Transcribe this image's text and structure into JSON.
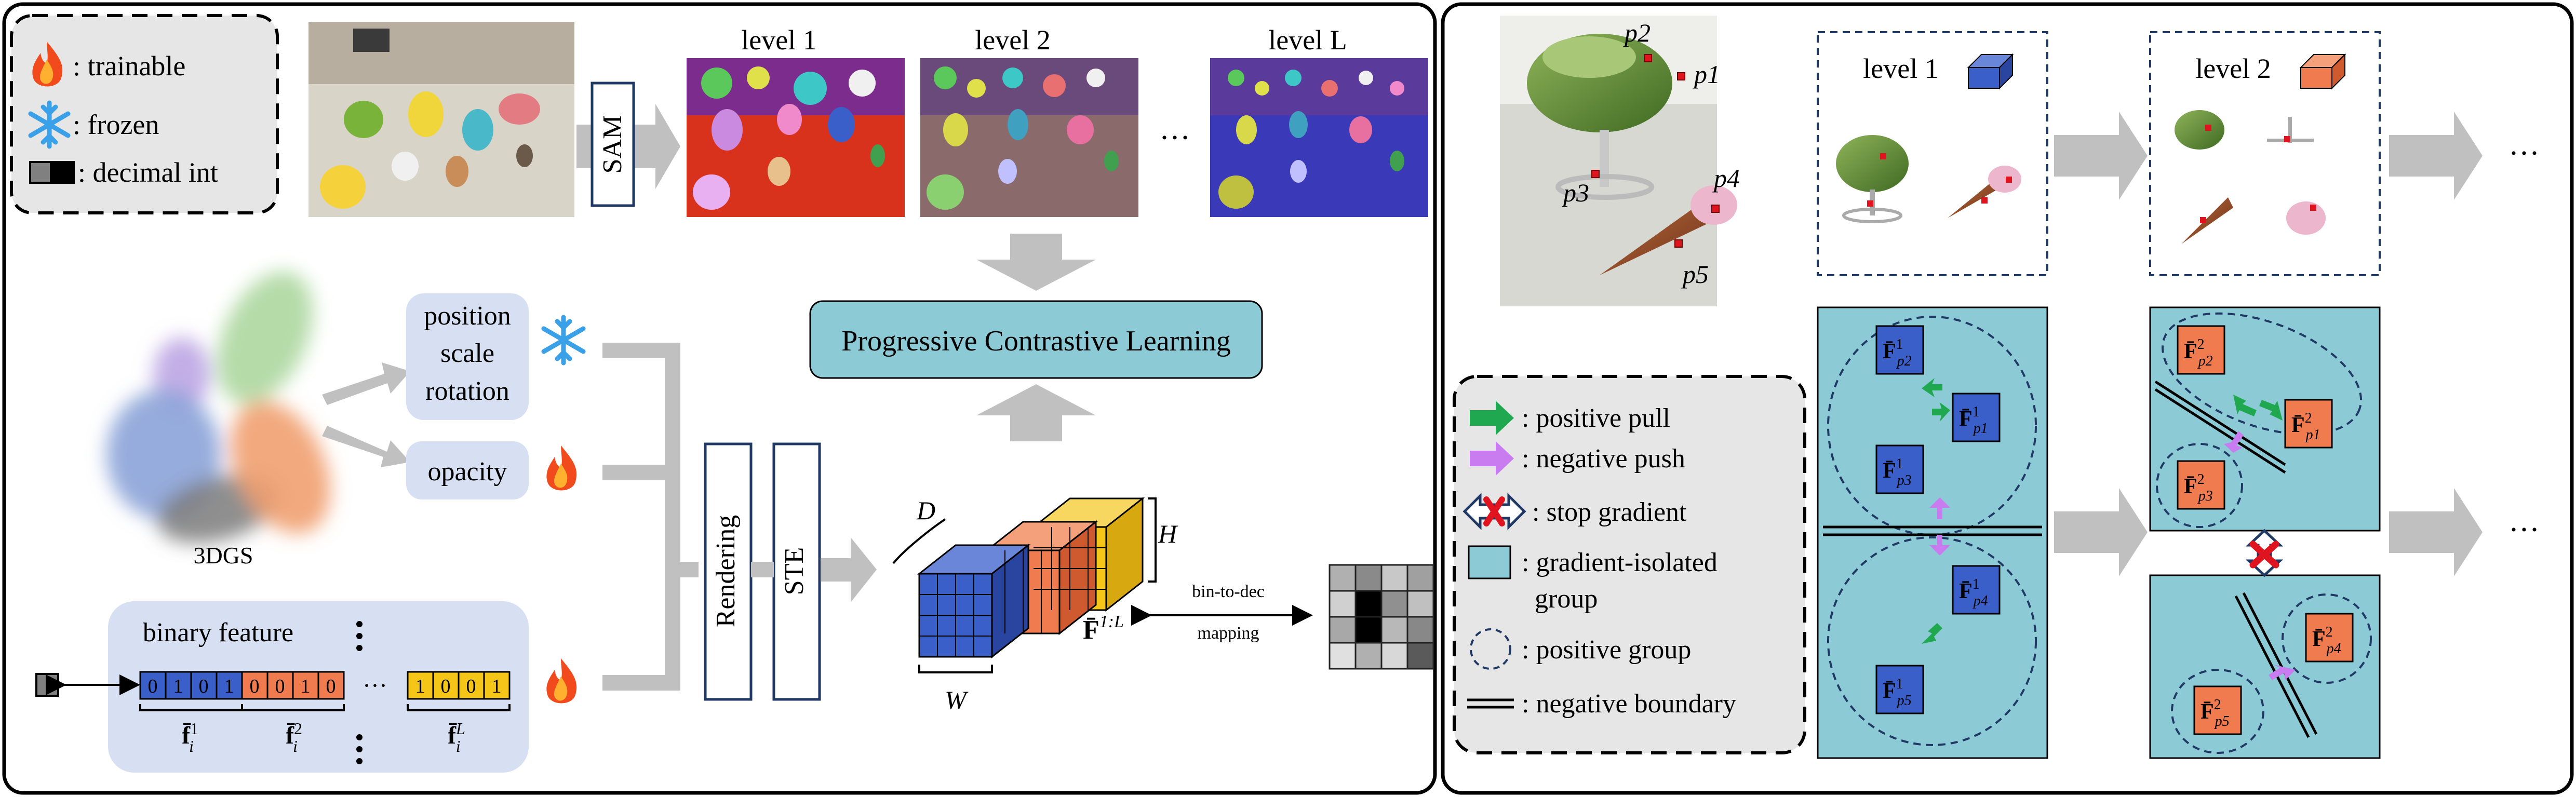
{
  "left_panel": {
    "legend": {
      "trainable": ": trainable",
      "frozen": ": frozen",
      "decimal_int": ": decimal int"
    },
    "sam_label": "SAM",
    "levels": [
      "level 1",
      "level 2",
      "level L"
    ],
    "ellipsis": "···",
    "pcl_label": "Progressive Contrastive Learning",
    "gauss_label": "3DGS",
    "attr_frozen": [
      "position",
      "scale",
      "rotation"
    ],
    "attr_trainable": "opacity",
    "rendering_label": "Rendering",
    "ste_label": "STE",
    "cube_labels": {
      "d": "D",
      "h": "H",
      "w": "W"
    },
    "fbar_label": "F̄",
    "fbar_sup": "1:L",
    "bin_to_dec": [
      "bin-to-dec",
      "mapping"
    ],
    "binary_feature_label": "binary feature",
    "bits_1": [
      "0",
      "1",
      "0",
      "1"
    ],
    "bits_2": [
      "0",
      "0",
      "1",
      "0"
    ],
    "bits_L": [
      "1",
      "0",
      "0",
      "1"
    ],
    "fi_labels": [
      {
        "base": "f̄",
        "sub": "i",
        "sup": "1"
      },
      {
        "base": "f̄",
        "sub": "i",
        "sup": "2"
      },
      {
        "base": "f̄",
        "sub": "i",
        "sup": "L"
      }
    ],
    "colors": {
      "blue": "#3a5fc9",
      "orange": "#f07b4f",
      "yellow": "#f5c518",
      "teal": "#8ccbd6",
      "lavender": "#d7e0f3",
      "gray_arrow": "#c0c0c0"
    }
  },
  "right_panel": {
    "points": [
      "p2",
      "p1",
      "p3",
      "p4",
      "p5"
    ],
    "levels": [
      "level 1",
      "level 2"
    ],
    "ellipsis": "···",
    "legend": {
      "positive_pull": ": positive pull",
      "negative_push": ": negative push",
      "stop_gradient": ": stop gradient",
      "gradient_isolated": ": gradient-isolated",
      "gradient_isolated_2": "group",
      "positive_group": ": positive group",
      "negative_boundary": ": negative boundary"
    },
    "level1_features": [
      {
        "sup": "1",
        "sub": "p2"
      },
      {
        "sup": "1",
        "sub": "p1"
      },
      {
        "sup": "1",
        "sub": "p3"
      },
      {
        "sup": "1",
        "sub": "p4"
      },
      {
        "sup": "1",
        "sub": "p5"
      }
    ],
    "level2_features": [
      {
        "sup": "2",
        "sub": "p2"
      },
      {
        "sup": "2",
        "sub": "p1"
      },
      {
        "sup": "2",
        "sub": "p3"
      },
      {
        "sup": "2",
        "sub": "p4"
      },
      {
        "sup": "2",
        "sub": "p5"
      }
    ]
  }
}
